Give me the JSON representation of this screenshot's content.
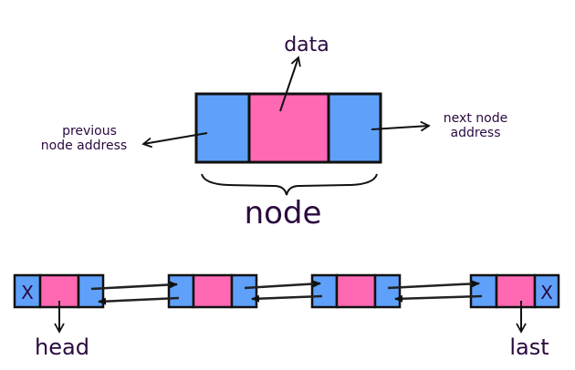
{
  "labels": {
    "data": "data",
    "prev_line1": "previous",
    "prev_line2": "node address",
    "next_line1": "next node",
    "next_line2": "address",
    "node": "node",
    "head": "head",
    "last": "last",
    "null_marker": "X"
  },
  "colors": {
    "address_cell": "#5fa1fa",
    "data_cell": "#ff69b4",
    "outline": "#111111",
    "text": "#2a0a3f"
  }
}
